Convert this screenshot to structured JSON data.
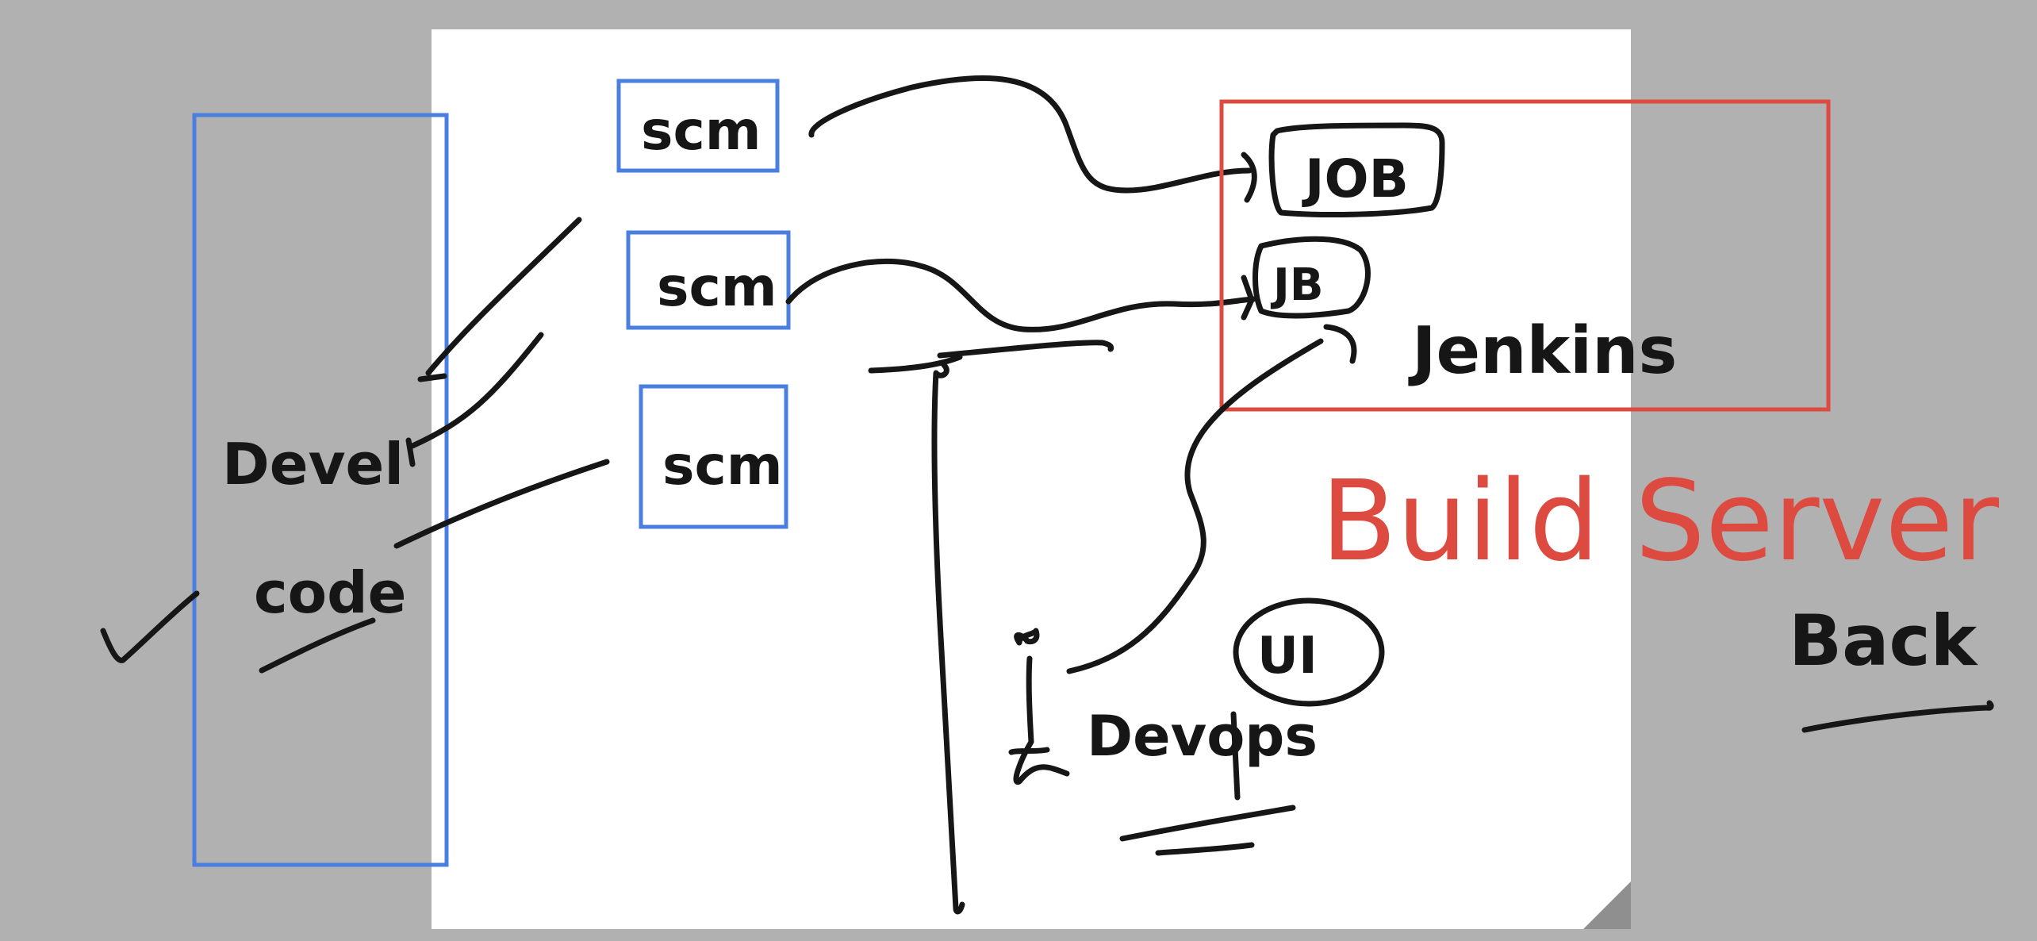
{
  "canvas": {
    "background_color": "#b1b1b1",
    "sheet_color": "#ffffff",
    "ink_color": "#161616",
    "accent_blue": "#4a7fe0",
    "accent_red": "#dd4a40"
  },
  "developer_box": {
    "label_line1": "Devel",
    "label_line2": "code"
  },
  "scm_boxes": [
    {
      "label": "scm"
    },
    {
      "label": "scm"
    },
    {
      "label": "scm"
    }
  ],
  "jenkins_box": {
    "job_top": "JOB",
    "job_bottom": "JB",
    "label": "Jenkins"
  },
  "build_server": {
    "label": "Build Server"
  },
  "devops": {
    "label": "Devops",
    "ui_label": "UI"
  },
  "right_side": {
    "label": "Back"
  }
}
